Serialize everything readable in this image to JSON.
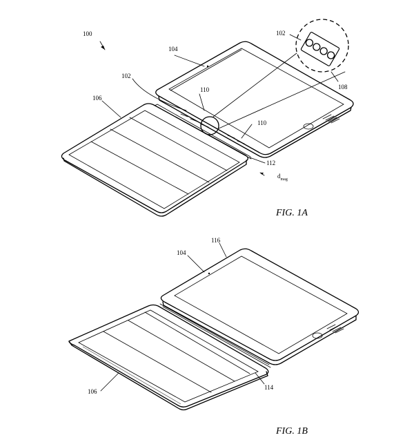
{
  "figures": [
    {
      "caption": "FIG. 1A",
      "labels": {
        "system": "100",
        "device": "104",
        "cover": "106",
        "magnets_detail": "102",
        "magnets_overview": "102",
        "detail_circle": "108",
        "magnet_upper": "110",
        "magnet_lower": "110",
        "hinge": "112",
        "distance": "d",
        "distance_subscript": "mag"
      }
    },
    {
      "caption": "FIG. 1B",
      "labels": {
        "device": "104",
        "display": "116",
        "cover": "106",
        "hinge": "114"
      }
    }
  ]
}
